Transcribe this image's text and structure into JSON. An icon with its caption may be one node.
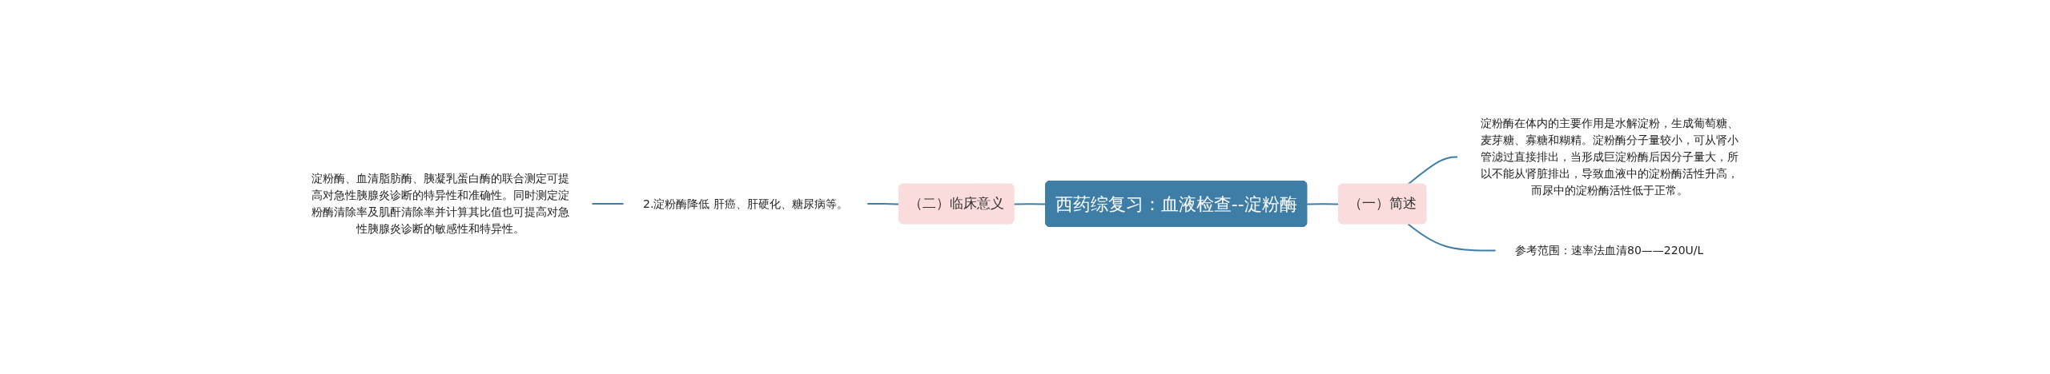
{
  "diagram": {
    "nodes": [
      {
        "text": [
          "西药综复习：血液检查--淀粉酶"
        ]
      },
      {
        "text": [
          "（一）简述"
        ]
      },
      {
        "text": [
          "淀粉酶在体内的主要作用是水解淀粉，生成葡萄糖、麦芽糖、寡糖和糊精。淀粉酶分子量较小，可从肾小管滤过直接排出，当形成巨淀粉酶后因分子量大，所以不能从肾脏排出，导致血液中的淀粉酶活性升高，而尿中的淀粉酶活性低于正常。"
        ]
      },
      {
        "text": [
          "参考范围：速率法血清80——220U/L"
        ]
      },
      {
        "text": [
          "（二）临床意义"
        ]
      },
      {
        "text": [
          "2.淀粉酶降低 肝癌、肝硬化、糖尿病等。"
        ]
      },
      {
        "text": [
          "淀粉酶、血清脂肪酶、胰凝乳蛋白酶的联合测定可提高对急性胰腺炎诊断的特异性和准确性。同时测定淀粉酶清除率及肌酐清除率并计算其比值也可提高对急性胰腺炎诊断的敏感性和特异性。"
        ]
      }
    ],
    "edges": [
      {
        "from": 0,
        "to": 1,
        "arrow": "none"
      },
      {
        "from": 1,
        "to": 2,
        "arrow": "none"
      },
      {
        "from": 1,
        "to": 3,
        "arrow": "none"
      },
      {
        "from": 4,
        "to": 0,
        "arrow": "none"
      },
      {
        "from": 5,
        "to": 4,
        "arrow": "none"
      },
      {
        "from": 6,
        "to": 5,
        "arrow": "none"
      }
    ]
  }
}
